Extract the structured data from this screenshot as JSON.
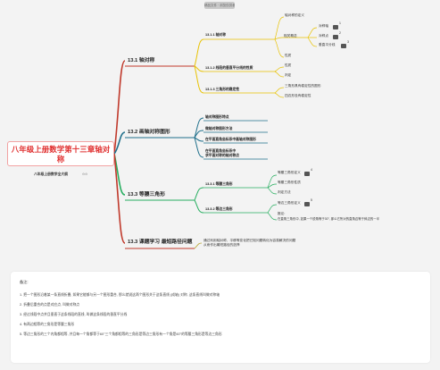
{
  "watermark": "精品文件 · 浏览仅供参考",
  "root": {
    "title": "八年级上册数学第十三章轴对称",
    "subtitle": "八年级上册数学全大纲",
    "subtitle_mark": "⊖⊖"
  },
  "chapters": [
    {
      "label": "13.1 轴对称",
      "sections": [
        {
          "label": "13.1.1 轴对称",
          "leaves": [
            "轴对称的定义",
            "相关概念",
            "对称轴",
            "对称点",
            "垂直平分线",
            "性质"
          ]
        },
        {
          "label": "13.1.2 线段的垂直平分线的性质",
          "leaves": [
            "性质",
            "判定"
          ]
        },
        {
          "label": "13.1.3 三角形的稳定性",
          "leaves": [
            "三角形具有稳定性的图形",
            "四边形没有稳定性"
          ]
        }
      ]
    },
    {
      "label": "13.2 画轴对称图形",
      "sections": [
        {
          "label": "轴对称图形特点"
        },
        {
          "label": "做轴对称图形方法"
        },
        {
          "label": "在平面直角坐标系中画轴对称图形"
        },
        {
          "label": "在平面直角坐标系中\n求平面对称的轴对称点"
        }
      ]
    },
    {
      "label": "13.3 等腰三角形",
      "sections": [
        {
          "label": "13.3.1 等腰三角形",
          "leaves": [
            "等腰三角形定义",
            "等腰三角形性质",
            "判定方法"
          ]
        },
        {
          "label": "13.3.2 等边三角形",
          "leaves": [
            "等边三角形定义",
            "推论:",
            "在直角三角形中, 如果一个锐角等于30°, 那么它所对的直角边等于斜边的一半"
          ]
        }
      ]
    },
    {
      "label": "13.3 课题学习 最短路径问题",
      "note": "通过利用轴对称、平移等变化把已知问题转化为容易解决的问题\n从而作出最短路径的选择"
    }
  ],
  "superscripts": [
    "1",
    "2",
    "3",
    "4",
    "5"
  ],
  "notes": {
    "title": "备注:",
    "items": [
      "1. 把一个图形沿着某一条直线折叠, 如果它能够与另一个图形重合, 那么就说这两个图形关于这条直线 (成轴) 对称, 这条直线叫做对称轴",
      "2. 折叠后重合的点是对应点, 叫做对称点",
      "3. 经过线段中点并且垂直于这条线段的直线, 叫做这条线段的垂直平分线",
      "4. 有两边相等的三角形是等腰三角形",
      "5. 等边三角形的三个内角都相等, 并且每一个角都等于60°三个角都相等的三角形是等边三角形有一个角是60°的等腰三角形是等边三角形"
    ]
  },
  "colors": {
    "root_border": "#f2a3a3",
    "root_text": "#e03030",
    "branch_red": "#c0392b",
    "branch_blue": "#1f6f8b",
    "branch_green": "#27ae60",
    "branch_yellow": "#e8c200",
    "branch_olive": "#b7a42c"
  }
}
